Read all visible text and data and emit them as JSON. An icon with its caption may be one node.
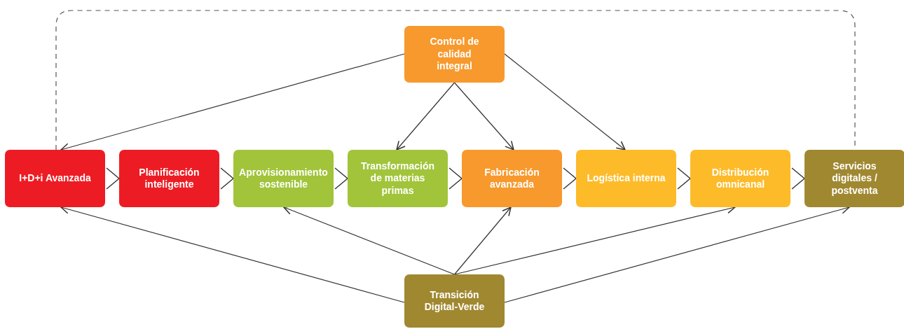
{
  "diagram": {
    "nodes": [
      {
        "text": [
          "Control de calidad integral"
        ]
      },
      {
        "text": [
          "I+D+i Avanzada"
        ]
      },
      {
        "text": [
          "Planificación inteligente"
        ]
      },
      {
        "text": [
          "Aprovisionamiento sostenible"
        ]
      },
      {
        "text": [
          "Transformación de materias primas"
        ]
      },
      {
        "text": [
          "Fabricación avanzada"
        ]
      },
      {
        "text": [
          "Logística interna"
        ]
      },
      {
        "text": [
          "Distribución omnicanal"
        ]
      },
      {
        "text": [
          "Servicios digitales / postventa"
        ]
      },
      {
        "text": [
          "Transición Digital-Verde"
        ]
      }
    ],
    "edges": [
      {
        "from": 0,
        "to": 1,
        "arrow": "to"
      },
      {
        "from": 0,
        "to": 4,
        "arrow": "to"
      },
      {
        "from": 0,
        "to": 5,
        "arrow": "to"
      },
      {
        "from": 0,
        "to": 6,
        "arrow": "to"
      },
      {
        "from": 1,
        "to": 2,
        "arrow": "to"
      },
      {
        "from": 2,
        "to": 3,
        "arrow": "to"
      },
      {
        "from": 3,
        "to": 4,
        "arrow": "to"
      },
      {
        "from": 4,
        "to": 5,
        "arrow": "to"
      },
      {
        "from": 5,
        "to": 6,
        "arrow": "to"
      },
      {
        "from": 6,
        "to": 7,
        "arrow": "to"
      },
      {
        "from": 7,
        "to": 8,
        "arrow": "to"
      },
      {
        "from": 1,
        "to": 8,
        "arrow": "none",
        "style": "dashed"
      },
      {
        "from": 9,
        "to": 1,
        "arrow": "to"
      },
      {
        "from": 9,
        "to": 3,
        "arrow": "to"
      },
      {
        "from": 9,
        "to": 5,
        "arrow": "to"
      },
      {
        "from": 9,
        "to": 7,
        "arrow": "to"
      },
      {
        "from": 9,
        "to": 8,
        "arrow": "to"
      }
    ]
  }
}
